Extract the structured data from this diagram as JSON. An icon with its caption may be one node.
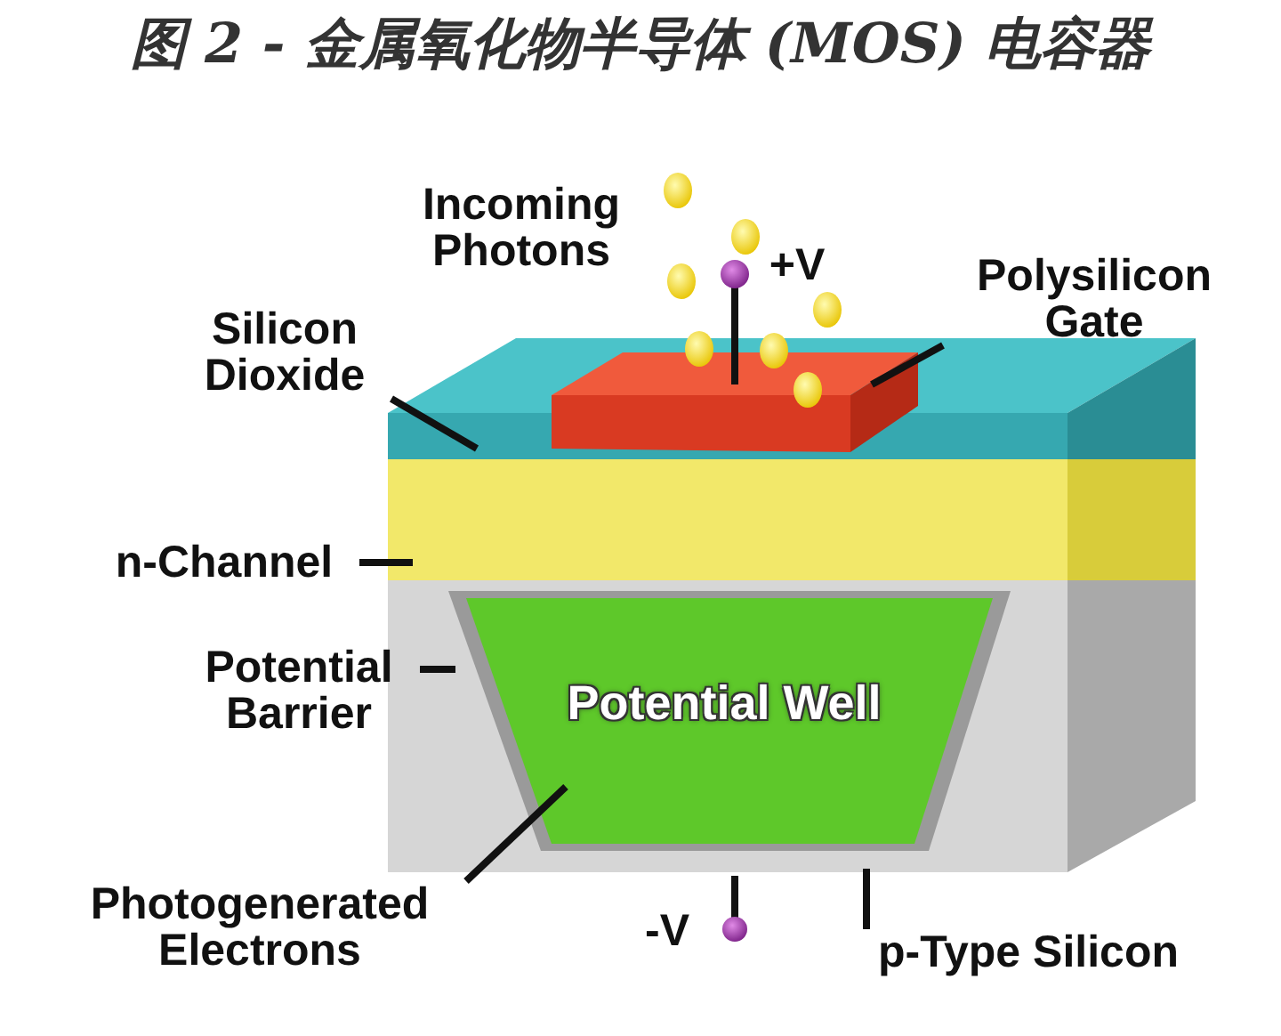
{
  "diagram": {
    "title": "图 2 - 金属氧化物半导体 (MOS) 电容器",
    "nodes": [
      {
        "text": [
          "Silicon Dioxide"
        ]
      },
      {
        "text": [
          "Polysilicon Gate"
        ]
      },
      {
        "text": [
          "n-Channel"
        ]
      },
      {
        "text": [
          "Potential Barrier"
        ]
      },
      {
        "text": [
          "Photogenerated Electrons"
        ]
      },
      {
        "text": [
          "p-Type Silicon"
        ]
      },
      {
        "text": [],
        "shape": "box"
      },
      {
        "text": [],
        "shape": "box"
      },
      {
        "text": [],
        "shape": "box"
      },
      {
        "text": [],
        "shape": "box"
      },
      {
        "text": [
          "Potential Well"
        ],
        "in": 9
      }
    ],
    "edges": [
      {
        "from": 0,
        "to": 7,
        "arrow": "none"
      },
      {
        "from": 1,
        "to": 6,
        "arrow": "none"
      },
      {
        "from": 2,
        "to": 8,
        "arrow": "none"
      },
      {
        "from": 3,
        "to": 9,
        "arrow": "none"
      },
      {
        "from": 4,
        "to": 10,
        "arrow": "none"
      },
      {
        "from": 5,
        "to": 9,
        "arrow": "none"
      }
    ],
    "labels": [
      "Incoming Photons",
      "+V",
      "-V"
    ]
  }
}
